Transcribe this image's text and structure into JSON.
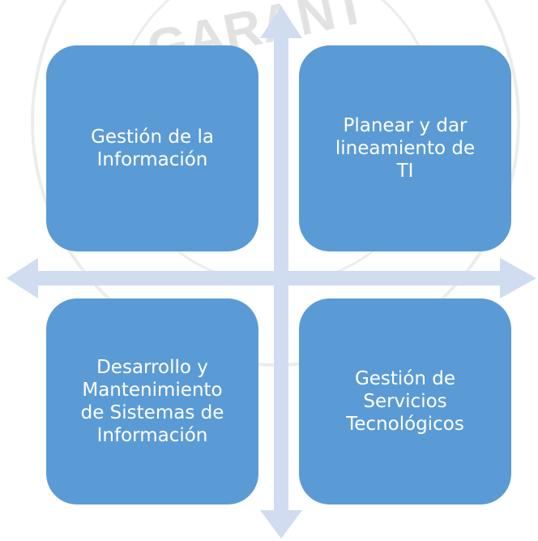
{
  "watermark": {
    "text": "GARANT"
  },
  "quadrants": {
    "top_left": "Gestión de la\nInformación",
    "top_right": "Planear y dar\nlineamiento de\nTI",
    "bottom_left": "Desarrollo y\nMantenimiento\nde Sistemas de\nInformación",
    "bottom_right": "Gestión de\nServicios\nTecnológicos"
  },
  "colors": {
    "box_fill": "#5b9bd5",
    "arrow_fill": "#d0dcf0",
    "text": "#ffffff"
  }
}
